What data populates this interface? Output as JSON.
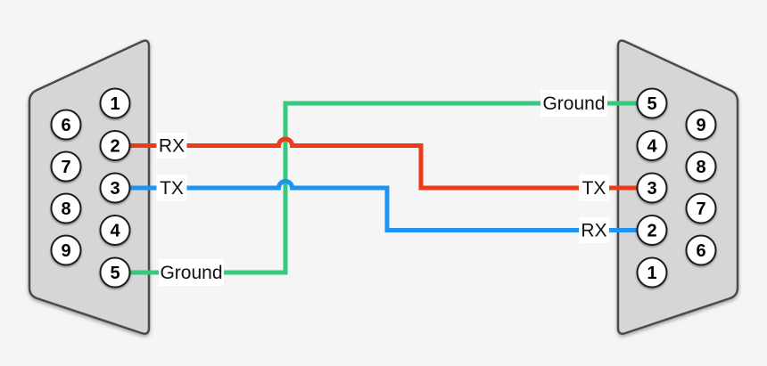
{
  "colors": {
    "background": "#f5f5f6",
    "connector_fill": "#d6d6d6",
    "connector_stroke": "#4b4b4b",
    "pin_fill": "#ffffff",
    "pin_stroke": "#1f1f1f",
    "label_bg": "#ffffff",
    "label_text": "#111111",
    "wire_red": "#ee3b17",
    "wire_blue": "#1e93f2",
    "wire_green": "#34c97c"
  },
  "left_connector": {
    "pins": [
      {
        "number": "1"
      },
      {
        "number": "2"
      },
      {
        "number": "3"
      },
      {
        "number": "4"
      },
      {
        "number": "5"
      },
      {
        "number": "6"
      },
      {
        "number": "7"
      },
      {
        "number": "8"
      },
      {
        "number": "9"
      }
    ]
  },
  "right_connector": {
    "pins": [
      {
        "number": "1"
      },
      {
        "number": "2"
      },
      {
        "number": "3"
      },
      {
        "number": "4"
      },
      {
        "number": "5"
      },
      {
        "number": "6"
      },
      {
        "number": "7"
      },
      {
        "number": "8"
      },
      {
        "number": "9"
      }
    ]
  },
  "wires": [
    {
      "name": "rx-to-tx",
      "color": "#ee3b17",
      "left_pin": "2",
      "left_label": "RX",
      "right_pin": "3",
      "right_label": "TX"
    },
    {
      "name": "tx-to-rx",
      "color": "#1e93f2",
      "left_pin": "3",
      "left_label": "TX",
      "right_pin": "2",
      "right_label": "RX"
    },
    {
      "name": "ground-to-ground",
      "color": "#34c97c",
      "left_pin": "5",
      "left_label": "Ground",
      "right_pin": "5",
      "right_label": "Ground"
    }
  ]
}
